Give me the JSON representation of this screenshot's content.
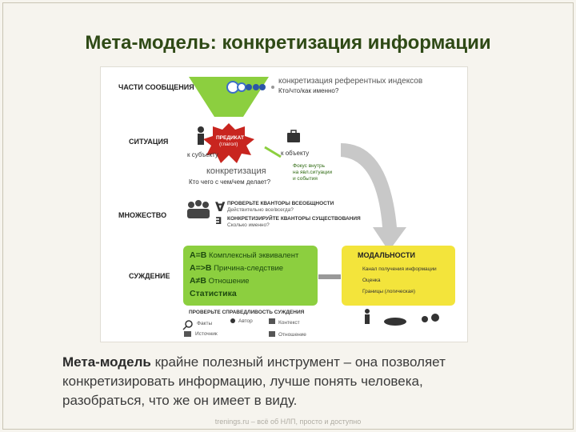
{
  "title": "Мета-модель: конкретизация информации",
  "diagram": {
    "rows": [
      "ЧАСТИ СООБЩЕНИЯ",
      "СИТУАЦИЯ",
      "МНОЖЕСТВО",
      "СУЖДЕНИЕ"
    ],
    "ref_title": "конкретизация референтных индексов",
    "ref_question": "Кто/что/как именно?",
    "predicate_top": "ПРЕДИКАТ",
    "predicate_bottom": "(глагол)",
    "predicate_note": "...",
    "to_subject": "к субъекту",
    "to_object": "к объекту",
    "side_note": [
      "Фокус внутрь",
      "на явл.ситуации",
      "и события"
    ],
    "spec_title": "конкретизация",
    "spec_question": "Кто чего с чем/чем делает?",
    "quant1": "ПРОВЕРЬТЕ КВАНТОРЫ ВСЕОБЩНОСТИ",
    "quant1_q": "Действительно все/всегда?",
    "quant2": "КОНКРЕТИЗИРУЙТЕ КВАНТОРЫ СУЩЕСТВОВАНИЯ",
    "quant2_q": "Сколько именно?",
    "green_lines": [
      {
        "sym": "А=В",
        "txt": "Комплексный эквивалент"
      },
      {
        "sym": "А=>В",
        "txt": "Причина-следствие"
      },
      {
        "sym": "А≠В",
        "txt": "Отношение"
      },
      {
        "sym": "Статистика",
        "txt": ""
      }
    ],
    "modal_title": "МОДАЛЬНОСТИ",
    "modal_lines": [
      "Канал получения информации",
      "Оценка",
      "Границы (логическая)"
    ],
    "check_title": "ПРОВЕРЬТЕ СПРАВЕДЛИВОСТЬ СУЖДЕНИЯ",
    "checks": [
      "Факты",
      "Автор",
      "Контекст",
      "Источник",
      "Отношение"
    ]
  },
  "body": {
    "bold": "Мета-модель",
    "rest1": " крайне полезный инструмент – она позволяет",
    "line2": "конкретизировать информацию, лучше понять человека,",
    "line3": "разобраться, что же он имеет в виду."
  },
  "footer": "trenings.ru – всё об НЛП, просто и доступно",
  "colors": {
    "title": "#2f4a16",
    "green": "#8ccf3f",
    "yellow": "#f3e43b",
    "red": "#c8251f",
    "grey_arrow": "#c8c8c8"
  }
}
